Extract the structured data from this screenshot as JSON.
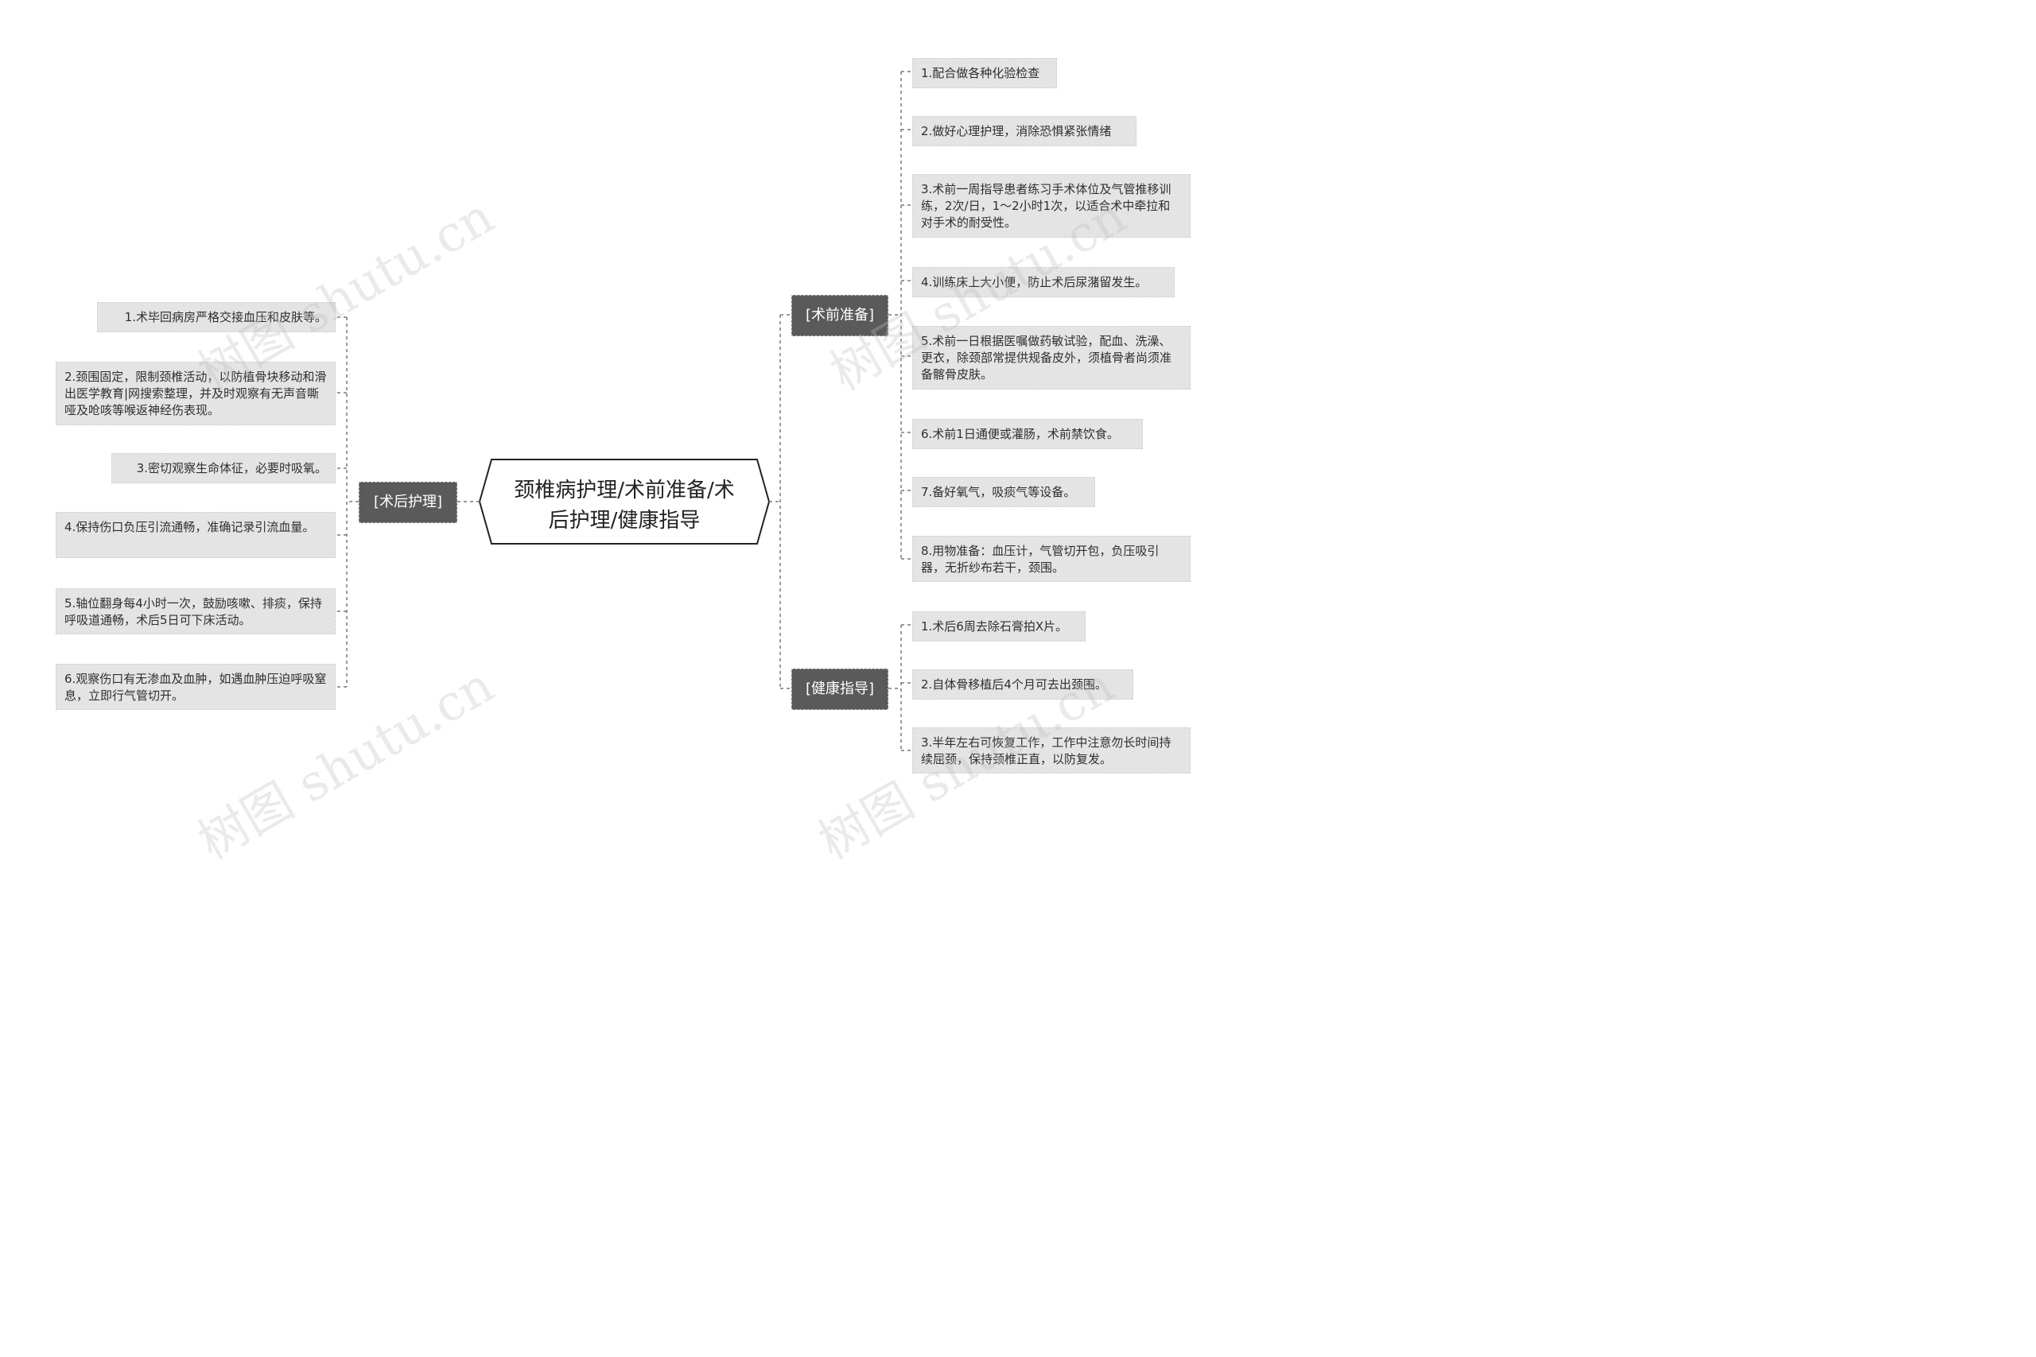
{
  "root": {
    "lines": [
      "颈椎病护理/术前准备/术",
      "后护理/健康指导"
    ]
  },
  "branches": {
    "preop": {
      "label": "[术前准备]",
      "items": [
        "1.配合做各种化验检查",
        "2.做好心理护理，消除恐惧紧张情绪",
        "3.术前一周指导患者练习手术体位及气管推移训练，2次/日，1～2小时1次，以适合术中牵拉和对手术的耐受性。",
        "4.训练床上大小便，防止术后尿潴留发生。",
        "5.术前一日根据医嘱做药敏试验，配血、洗澡、更衣，除颈部常提供规备皮外，须植骨者尚须准备髂骨皮肤。",
        "6.术前1日通便或灌肠，术前禁饮食。",
        "7.备好氧气，吸痰气等设备。",
        "8.用物准备：血压计，气管切开包，负压吸引器，无折纱布若干，颈围。"
      ]
    },
    "health": {
      "label": "[健康指导]",
      "items": [
        "1.术后6周去除石膏拍X片。",
        "2.自体骨移植后4个月可去出颈围。",
        "3.半年左右可恢复工作，工作中注意勿长时间持续屈颈，保持颈椎正直，以防复发。"
      ]
    },
    "postop": {
      "label": "[术后护理]",
      "items": [
        "1.术毕回病房严格交接血压和皮肤等。",
        "2.颈围固定，限制颈椎活动，以防植骨块移动和滑出医学教育|网搜索整理，并及时观察有无声音嘶哑及呛咳等喉返神经伤表现。",
        "3.密切观察生命体征，必要时吸氧。",
        "4.保持伤口负压引流通畅，准确记录引流血量。",
        "5.轴位翻身每4小时一次，鼓励咳嗽、排痰，保持呼吸道通畅，术后5日可下床活动。",
        "6.观察伤口有无渗血及血肿，如遇血肿压迫呼吸窒息，立即行气管切开。"
      ]
    }
  },
  "watermark": "树图 shutu.cn",
  "colors": {
    "leaf_bg": "#e4e4e4",
    "branch_bg": "#5a5a5a",
    "line": "#7a7a7a",
    "root_border": "#222222"
  }
}
